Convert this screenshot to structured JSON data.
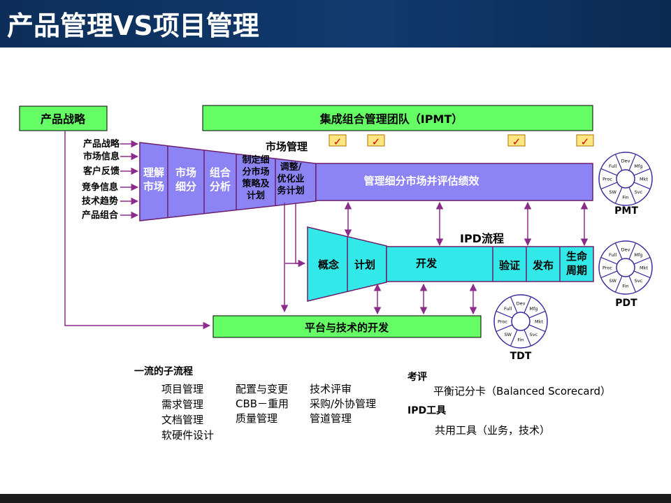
{
  "title": "产品管理VS项目管理",
  "boxes": {
    "product_strategy": "产品战略",
    "ipmt_team": "集成组合管理团队（IPMT）",
    "platform": "平台与技术的开发"
  },
  "inputs": [
    "产品战略",
    "市场信息",
    "客户反馈",
    "竞争信息",
    "技术趋势",
    "产品组合"
  ],
  "market_mgmt": {
    "label": "市场管理",
    "steps": [
      [
        "理解",
        "市场"
      ],
      [
        "市场",
        "细分"
      ],
      [
        "组合",
        "分析"
      ],
      [
        "制定细",
        "分市场",
        "策略及",
        "计划"
      ],
      [
        "调整/",
        "优化业",
        "务计划"
      ]
    ],
    "bar": "管理细分市场并评估绩效"
  },
  "ipd": {
    "label": "IPD流程",
    "steps": [
      [
        "概念"
      ],
      [
        "计划"
      ],
      [
        "开发"
      ],
      [
        "验证"
      ],
      [
        "发布"
      ],
      [
        "生命",
        "周期"
      ]
    ]
  },
  "wheels": [
    {
      "caption": "PMT",
      "segments": [
        "Dev",
        "Mfg",
        "Mkt",
        "Svc",
        "Fin",
        "SW",
        "Proc",
        "Full"
      ]
    },
    {
      "caption": "PDT",
      "segments": [
        "Dev",
        "Mfg",
        "Mkt",
        "Svc",
        "Fin",
        "SW",
        "Proc",
        "Full"
      ]
    },
    {
      "caption": "TDT",
      "segments": [
        "Dev",
        "Mfg",
        "Mkt",
        "Svc",
        "Fin",
        "SW",
        "Proc",
        "Full"
      ]
    }
  ],
  "check_mark": "✓",
  "subprocess": {
    "heading": "一流的子流程",
    "col1": [
      "项目管理",
      "需求管理",
      "文档管理",
      "软硬件设计"
    ],
    "col2": [
      "配置与变更",
      "CBB－重用",
      "质量管理"
    ],
    "col3": [
      "技术评审",
      "采购/外协管理",
      "管道管理"
    ]
  },
  "evaluation": {
    "heading": "考评",
    "item": "平衡记分卡（Balanced Scorecard）"
  },
  "ipd_tools": {
    "heading": "IPD工具",
    "item": "共用工具（业务，技术）"
  },
  "colors": {
    "title_bar": "#0d2e59",
    "green_box": "#66ff66",
    "purple": "#8c84f5",
    "cyan": "#33e8e8",
    "arrow": "#8b2c8b",
    "dark_line": "#6b1f6b"
  }
}
